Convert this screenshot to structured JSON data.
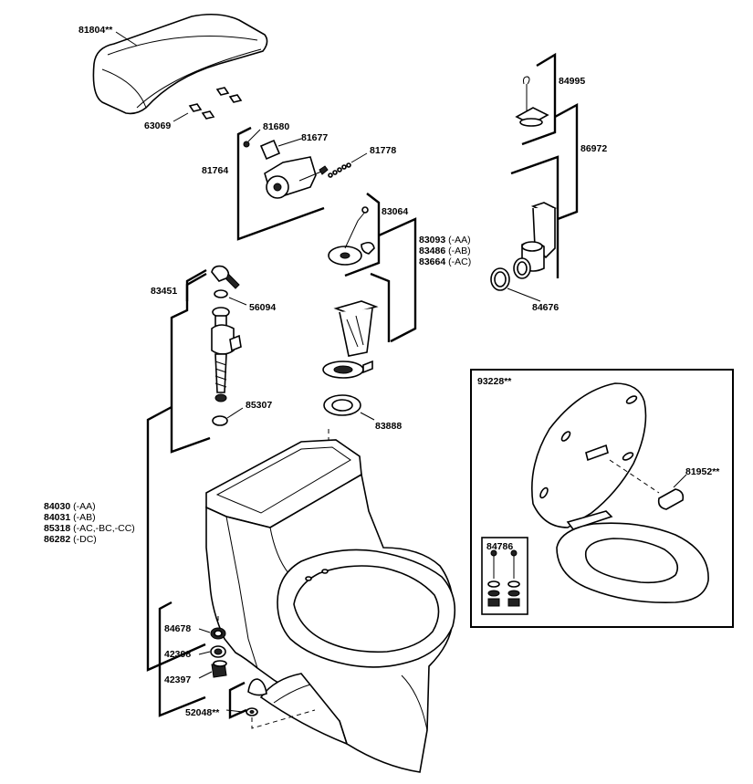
{
  "labels": {
    "tank_cover": "81804**",
    "pads": "63069",
    "p81680": "81680",
    "p81677": "81677",
    "p81764": "81764",
    "p81778": "81778",
    "p84995": "84995",
    "p86972": "86972",
    "p83064": "83064",
    "flush_valve_aa": "83093",
    "flush_valve_aa_suffix": "(-AA)",
    "flush_valve_ab": "83486",
    "flush_valve_ab_suffix": "(-AB)",
    "flush_valve_ac": "83664",
    "flush_valve_ac_suffix": "(-AC)",
    "p84676": "84676",
    "p83451": "83451",
    "p56094": "56094",
    "p85307": "85307",
    "p83888": "83888",
    "seat_box": "93228**",
    "p81952": "81952**",
    "p84786": "84786",
    "bowl_aa": "84030",
    "bowl_aa_suffix": "(-AA)",
    "bowl_ab": "84031",
    "bowl_ab_suffix": "(-AB)",
    "bowl_ac": "85318",
    "bowl_ac_suffix": "(-AC,-BC,-CC)",
    "bowl_dc": "86282",
    "bowl_dc_suffix": "(-DC)",
    "p84678": "84678",
    "p42398": "42398",
    "p42397": "42397",
    "p52048": "52048**"
  }
}
